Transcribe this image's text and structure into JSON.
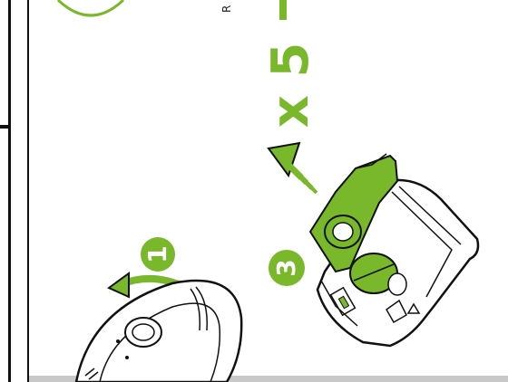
{
  "page": {
    "small_label": "R",
    "multiplier": "x 5",
    "steps": [
      "1",
      "3"
    ]
  },
  "colors": {
    "accent_green": "#78b82a",
    "ink": "#111111",
    "paper": "#ffffff",
    "line_gray": "#c8c8c8"
  }
}
